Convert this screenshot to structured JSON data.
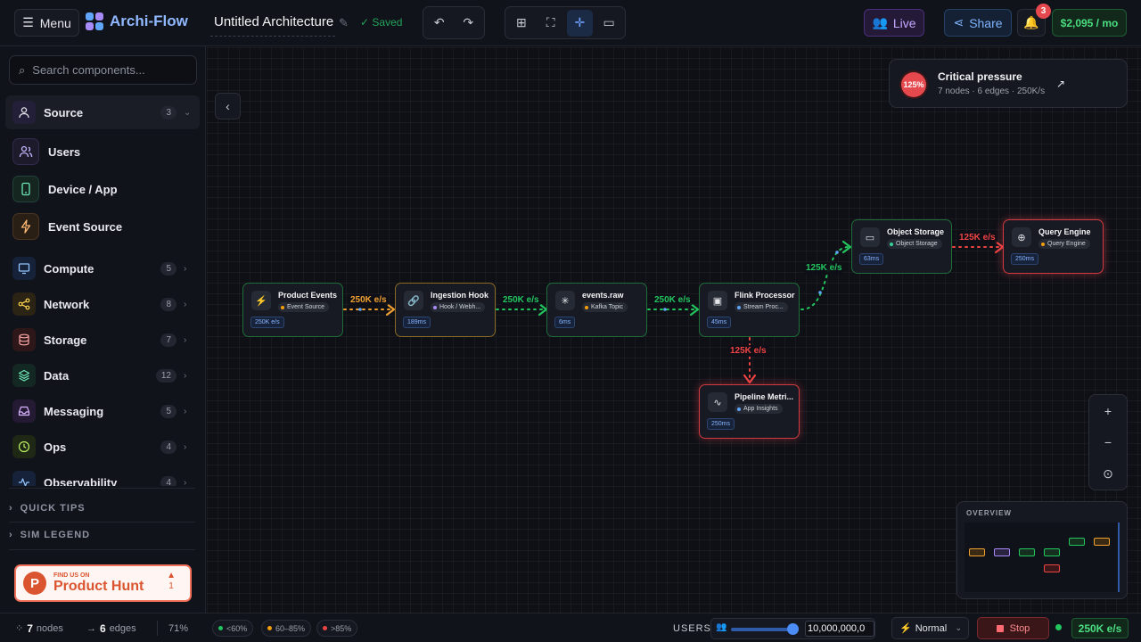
{
  "topbar": {
    "menu_label": "Menu",
    "app_name": "Archi-Flow",
    "doc_title": "Untitled Architecture",
    "saved_label": "Saved",
    "live_label": "Live",
    "share_label": "Share",
    "notification_count": "3",
    "cost": "$2,095 / mo"
  },
  "sidebar": {
    "search_placeholder": "Search components...",
    "categories": [
      {
        "label": "Source",
        "count": "3",
        "expanded": true,
        "color": "#a78bfa"
      },
      {
        "label": "Compute",
        "count": "5",
        "color": "#60a5fa"
      },
      {
        "label": "Network",
        "count": "8",
        "color": "#f59e0b"
      },
      {
        "label": "Storage",
        "count": "7",
        "color": "#f87171"
      },
      {
        "label": "Data",
        "count": "12",
        "color": "#34d399"
      },
      {
        "label": "Messaging",
        "count": "5",
        "color": "#c084fc"
      },
      {
        "label": "Ops",
        "count": "4",
        "color": "#a3e635"
      },
      {
        "label": "Observability",
        "count": "4",
        "color": "#60a5fa"
      }
    ],
    "source_items": [
      {
        "label": "Users",
        "icon": "users-icon"
      },
      {
        "label": "Device / App",
        "icon": "device-icon"
      },
      {
        "label": "Event Source",
        "icon": "lightning-icon"
      }
    ],
    "quick_tips": "QUICK TIPS",
    "sim_legend": "SIM LEGEND",
    "product_hunt": {
      "small": "FIND US ON",
      "big": "Product Hunt",
      "votes": "1"
    }
  },
  "pressure": {
    "percent": "125%",
    "title": "Critical pressure",
    "summary": "7 nodes · 6 edges · 250K/s"
  },
  "nodes": [
    {
      "name": "Product Events",
      "type": "Event Source",
      "metric": "250K e/s",
      "icon": "⚡"
    },
    {
      "name": "Ingestion Hook",
      "type": "Hook / Webh...",
      "metric": "189ms",
      "icon": "🔗"
    },
    {
      "name": "events.raw",
      "type": "Kafka Topic",
      "metric": "6ms",
      "icon": "✳"
    },
    {
      "name": "Flink Processor",
      "type": "Stream Proc...",
      "metric": "45ms",
      "icon": "▣"
    },
    {
      "name": "Object Storage",
      "type": "Object Storage",
      "metric": "63ms",
      "icon": "▭"
    },
    {
      "name": "Query Engine",
      "type": "Query Engine",
      "metric": "250ms",
      "icon": "⊕"
    },
    {
      "name": "Pipeline Metri...",
      "type": "App Insights",
      "metric": "250ms",
      "icon": "∿"
    }
  ],
  "edges": [
    {
      "label": "250K e/s"
    },
    {
      "label": "250K e/s"
    },
    {
      "label": "250K e/s"
    },
    {
      "label": "125K e/s"
    },
    {
      "label": "125K e/s"
    },
    {
      "label": "125K e/s"
    }
  ],
  "overview_title": "OVERVIEW",
  "bottombar": {
    "nodes_count": "7",
    "nodes_label": "nodes",
    "edges_count": "6",
    "edges_label": "edges",
    "zoom": "71%",
    "legend": [
      "<60%",
      "60–85%",
      ">85%"
    ],
    "users_label": "USERS",
    "users_value": "10,000,000,0",
    "speed": "Normal",
    "stop_label": "Stop",
    "throughput": "250K e/s"
  }
}
